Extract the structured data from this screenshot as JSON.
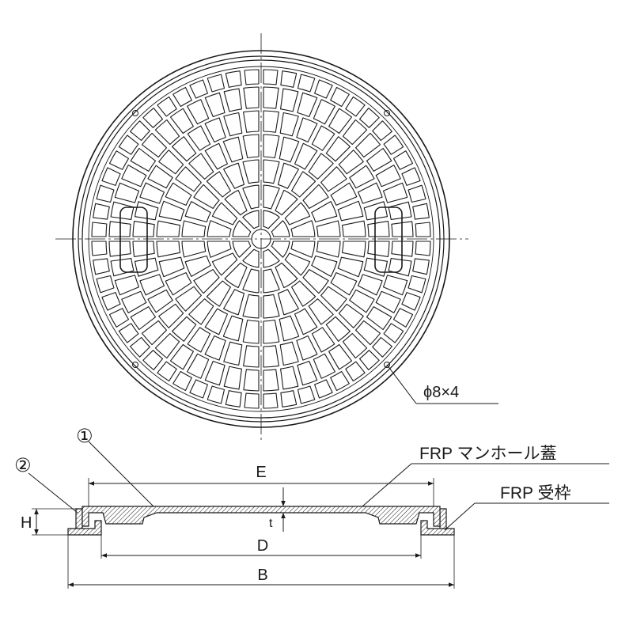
{
  "callouts": {
    "holes": "ϕ8×4",
    "part1_marker": "①",
    "part2_marker": "②",
    "lid_name": "FRP マンホール蓋",
    "frame_name": "FRP 受枠"
  },
  "dimensions": {
    "E": "E",
    "D": "D",
    "B": "B",
    "H": "H",
    "t": "t"
  },
  "colors": {
    "ink": "#1a1a1a",
    "paper": "#ffffff"
  }
}
